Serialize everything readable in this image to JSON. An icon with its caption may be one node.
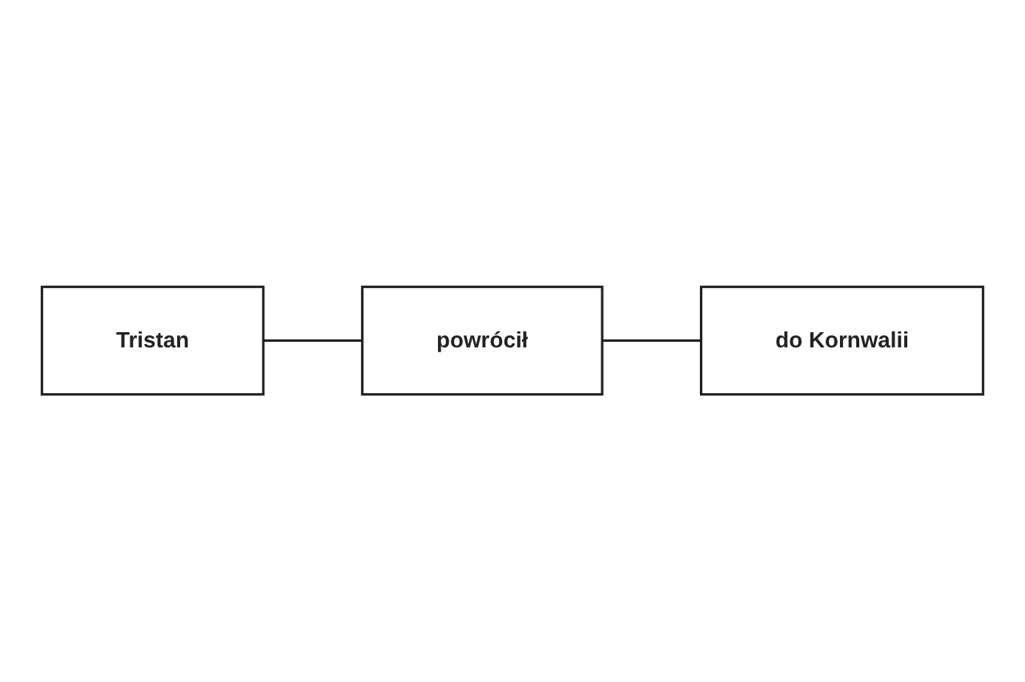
{
  "diagram": {
    "nodes": [
      {
        "text": [
          "Tristan"
        ]
      },
      {
        "text": [
          "powrócił"
        ]
      },
      {
        "text": [
          "do Kornwalii"
        ]
      }
    ],
    "edges": [
      {
        "from": 0,
        "to": 1,
        "arrow": "none"
      },
      {
        "from": 1,
        "to": 2,
        "arrow": "none"
      }
    ]
  }
}
